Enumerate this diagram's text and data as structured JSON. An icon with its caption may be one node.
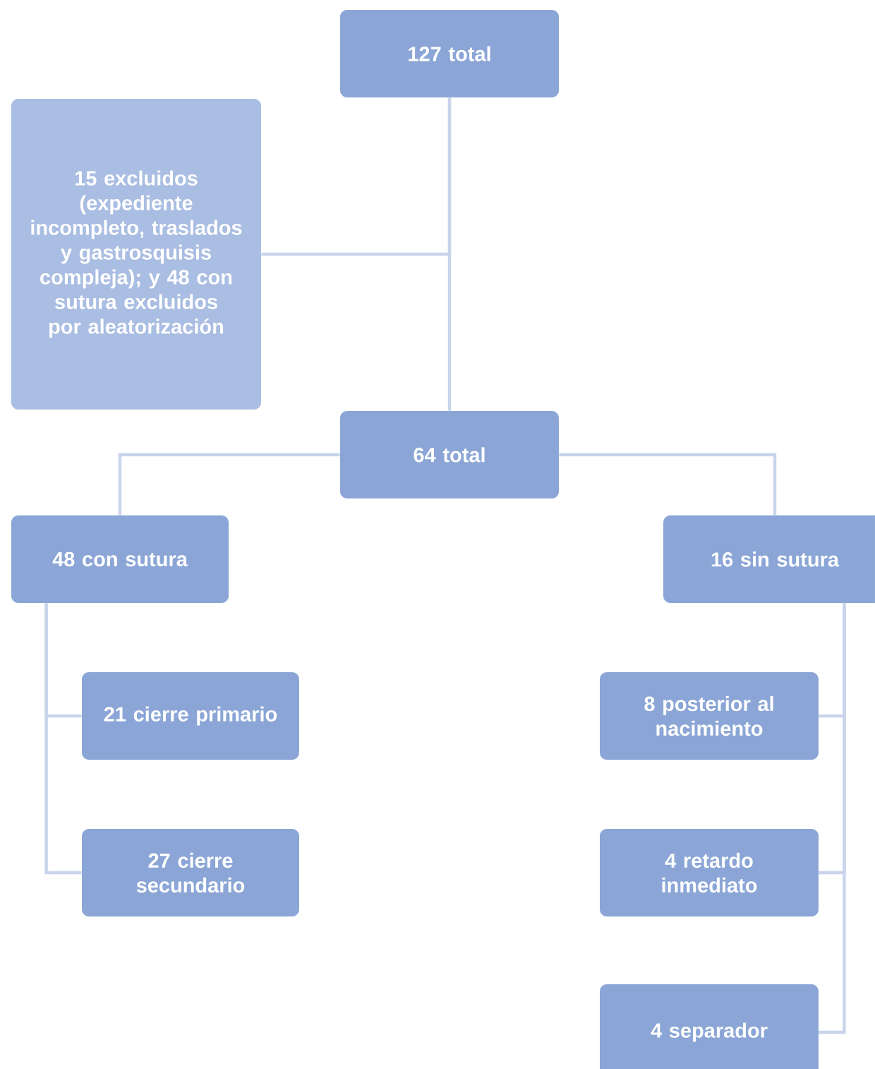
{
  "diagram": {
    "nodes": [
      {
        "text": [
          "127 total"
        ]
      },
      {
        "text": [
          "15 excluidos (expediente incompleto, traslados y gastrosquisis compleja); y 48 con sutura excluidos por aleatorización"
        ]
      },
      {
        "text": [
          "64 total"
        ]
      },
      {
        "text": [
          "48 con sutura"
        ]
      },
      {
        "text": [
          "16 sin sutura"
        ]
      },
      {
        "text": [
          "21 cierre primario"
        ]
      },
      {
        "text": [
          "27 cierre secundario"
        ]
      },
      {
        "text": [
          "8 posterior al nacimiento"
        ]
      },
      {
        "text": [
          "4 retardo inmediato"
        ]
      },
      {
        "text": [
          "4 separador"
        ]
      }
    ],
    "edges": [
      {
        "from": 0,
        "to": 2,
        "arrow": "none"
      },
      {
        "from": 0,
        "to": 1,
        "arrow": "none"
      },
      {
        "from": 2,
        "to": 3,
        "arrow": "none"
      },
      {
        "from": 2,
        "to": 4,
        "arrow": "none"
      },
      {
        "from": 3,
        "to": 5,
        "arrow": "none"
      },
      {
        "from": 3,
        "to": 6,
        "arrow": "none"
      },
      {
        "from": 4,
        "to": 7,
        "arrow": "none"
      },
      {
        "from": 4,
        "to": 8,
        "arrow": "none"
      },
      {
        "from": 4,
        "to": 9,
        "arrow": "none"
      }
    ]
  }
}
